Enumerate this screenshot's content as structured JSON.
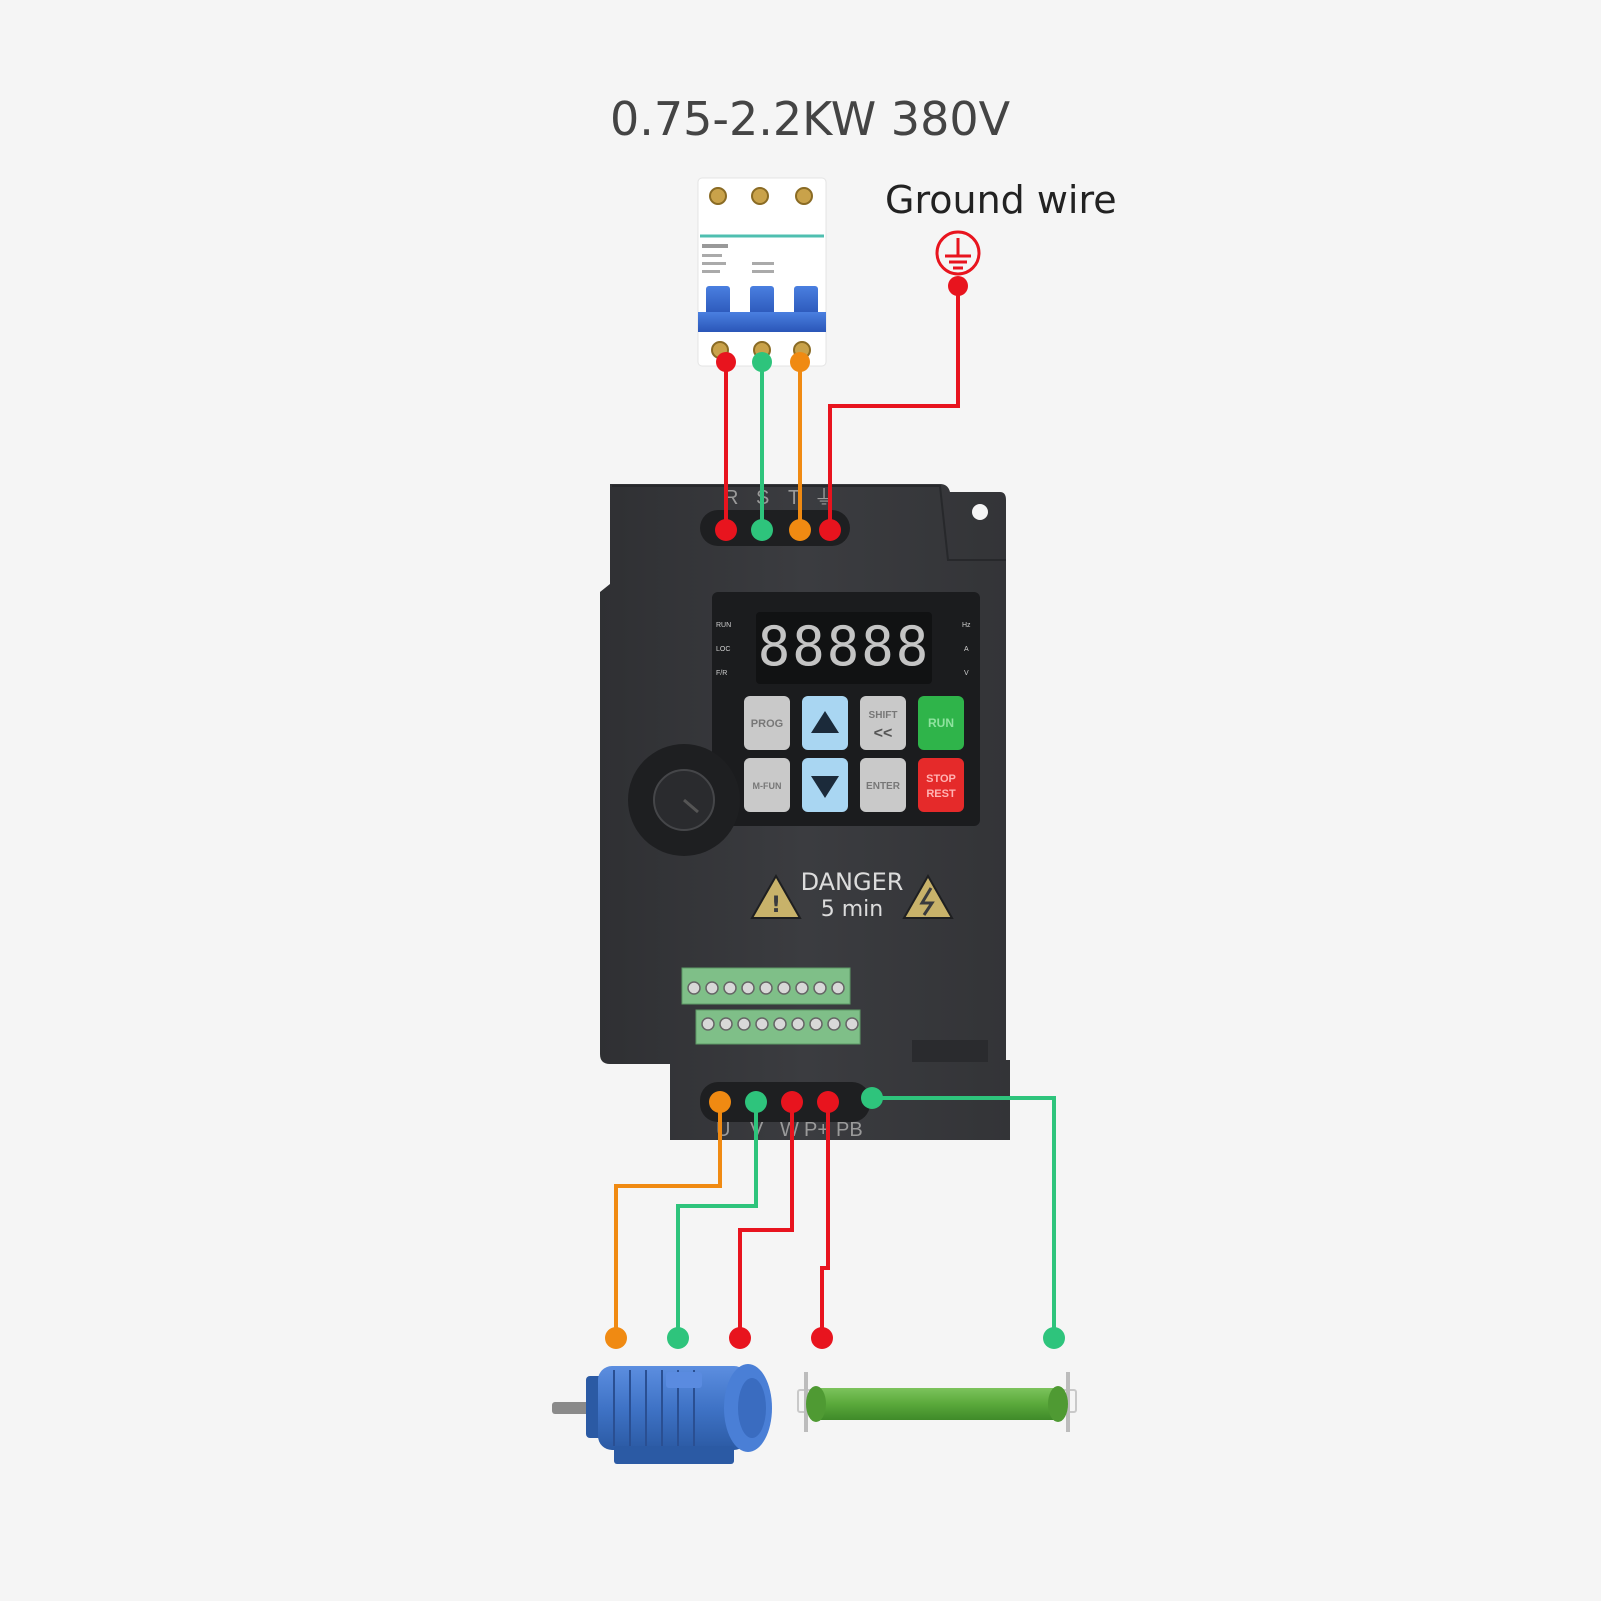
{
  "title": "0.75-2.2KW  380V",
  "ground_label": "Ground wire",
  "colors": {
    "background": "#f5f5f5",
    "wire_red": "#e8141e",
    "wire_green": "#2ec47c",
    "wire_orange": "#f08a12",
    "inverter_body": "#3a3b3e",
    "display_digits": "#bdbdbd",
    "button_up_down": "#a9d6f2",
    "button_run": "#2fb44a",
    "button_stop": "#e52a2a",
    "button_grey": "#c9c9c9",
    "motor": "#3f73c6",
    "resistor": "#5aa93b"
  },
  "input_terminals": [
    "R",
    "S",
    "T",
    "⏚"
  ],
  "output_terminals": [
    "U",
    "V",
    "W",
    "P+",
    "PB"
  ],
  "display": {
    "digits": "88888",
    "left_indicators": [
      "RUN",
      "LOC",
      "F/R"
    ],
    "right_indicators": [
      "Hz",
      "A",
      "V"
    ]
  },
  "keypad": {
    "prog": "PROG",
    "up_icon": "up-arrow-icon",
    "shift_line1": "SHIFT",
    "shift_line2": "<<",
    "run": "RUN",
    "mfun": "M-FUN",
    "down_icon": "down-arrow-icon",
    "enter": "ENTER",
    "stop_line1": "STOP",
    "stop_line2": "REST"
  },
  "warning": {
    "line1": "DANGER",
    "line2": "5 min"
  }
}
